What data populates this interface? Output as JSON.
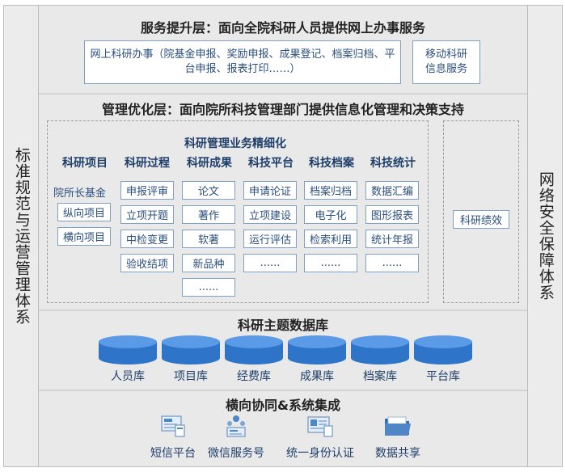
{
  "left_vertical": "标准规范与运营管理体系",
  "right_vertical": "网络安全保障体系",
  "service_layer": {
    "title": "服务提升层：面向全院科研人员提供网上办事服务",
    "box_main": "网上科研办事（院基金申报、奖励申报、成果登记、档案归档、平台申报、报表打印……）",
    "box_mobile": "移动科研信息服务"
  },
  "management_layer": {
    "title": "管理优化层：面向院所科技管理部门提供信息化管理和决策支持",
    "inner_title": "科研管理业务精细化",
    "columns": [
      {
        "head": "科研项目",
        "items": [
          "院所长基金",
          "纵向项目",
          "横向项目"
        ]
      },
      {
        "head": "科研过程",
        "items": [
          "申报评审",
          "立项开题",
          "中检变更",
          "验收结项"
        ]
      },
      {
        "head": "科研成果",
        "items": [
          "论文",
          "著作",
          "软著",
          "新品种",
          "......"
        ]
      },
      {
        "head": "科技平台",
        "items": [
          "申请论证",
          "立项建设",
          "运行评估",
          "......"
        ]
      },
      {
        "head": "科技档案",
        "items": [
          "档案归档",
          "电子化",
          "检索利用",
          "......"
        ]
      },
      {
        "head": "科技统计",
        "items": [
          "数据汇编",
          "图形报表",
          "统计年报",
          "......"
        ]
      }
    ],
    "performance": "科研绩效"
  },
  "database_layer": {
    "title": "科研主题数据库",
    "items": [
      "人员库",
      "项目库",
      "经费库",
      "成果库",
      "档案库",
      "平台库"
    ],
    "color": "#2e74c9"
  },
  "integration_layer": {
    "title": "横向协同&系统集成",
    "items": [
      {
        "label": "短信平台",
        "icon": "sms-platform-icon"
      },
      {
        "label": "微信服务号",
        "icon": "wechat-service-icon"
      },
      {
        "label": "统一身份认证",
        "icon": "identity-auth-icon"
      },
      {
        "label": "数据共享",
        "icon": "data-sharing-folder-icon"
      }
    ]
  }
}
